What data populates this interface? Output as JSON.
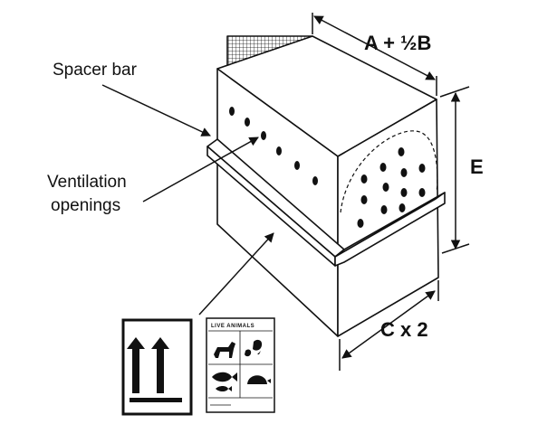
{
  "labels": {
    "spacer_bar": "Spacer bar",
    "ventilation_line1": "Ventilation",
    "ventilation_line2": "openings",
    "dim_top": "A + ½B",
    "dim_height": "E",
    "dim_bottom": "C x 2",
    "live_animals": "LIVE ANIMALS"
  },
  "colors": {
    "ink": "#111111",
    "panel_front": "#ffffff",
    "panel_side": "#ffffff"
  },
  "icons": {
    "orientation_label": "this-way-up-arrows-icon",
    "live_animals_label": "live-animals-label-icon"
  }
}
